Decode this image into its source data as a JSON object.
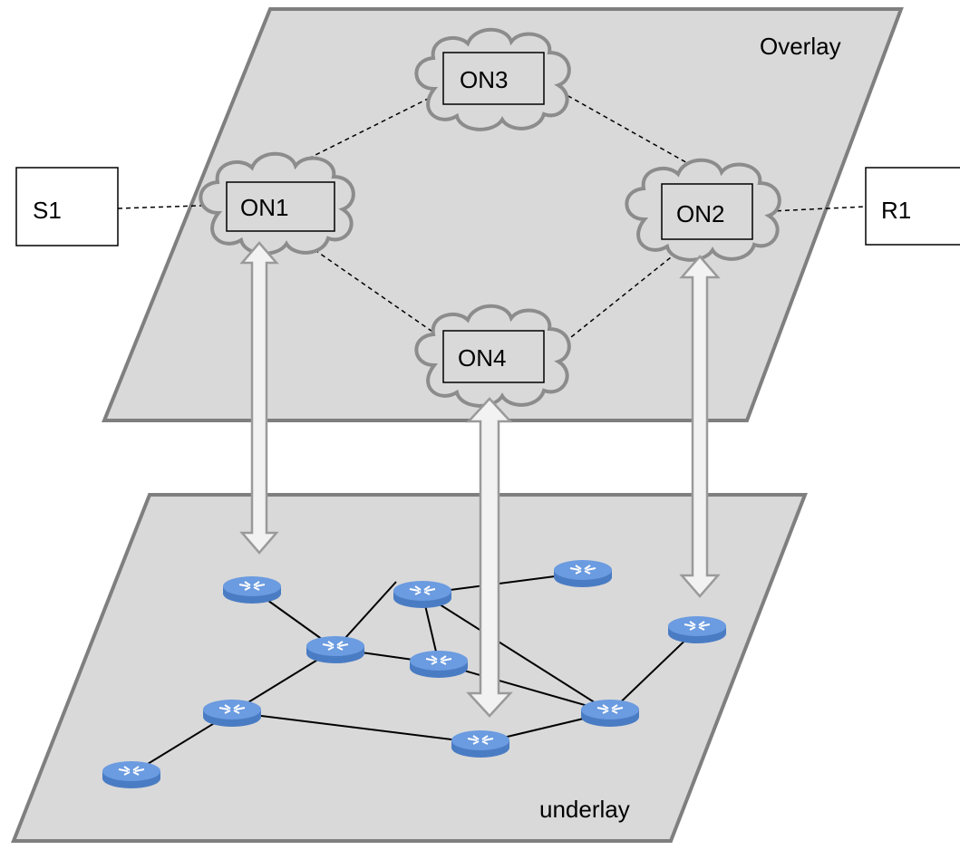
{
  "layers": {
    "overlay_label": "Overlay",
    "underlay_label": "underlay"
  },
  "endpoints": {
    "sender": "S1",
    "receiver": "R1"
  },
  "overlay_nodes": [
    "ON1",
    "ON2",
    "ON3",
    "ON4"
  ],
  "colors": {
    "plane_fill": "#d9d9d9",
    "plane_stroke": "#7f7f7f",
    "router": "#5b8fd6",
    "arrow": "#9a9a9a"
  }
}
